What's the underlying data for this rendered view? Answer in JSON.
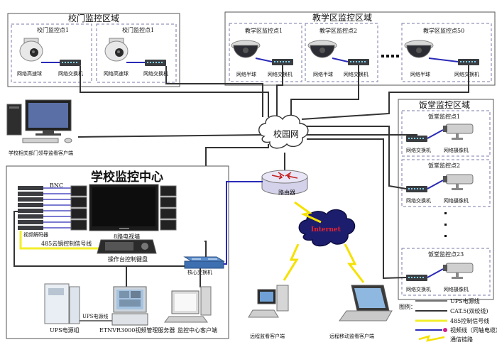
{
  "regions": {
    "gate": {
      "title": "校门监控区域",
      "points": [
        {
          "title": "校门监控点1",
          "camera": "网络高速球",
          "switch": "网络交换机"
        },
        {
          "title": "校门监控点1",
          "camera": "网络高速球",
          "switch": "网络交换机"
        }
      ]
    },
    "teaching": {
      "title": "教学区监控区域",
      "points": [
        {
          "title": "教学区监控点1",
          "camera": "网络半球",
          "switch": "网络交换机"
        },
        {
          "title": "教学区监控点2",
          "camera": "网络半球",
          "switch": "网络交换机"
        },
        {
          "title": "教学区监控点50",
          "camera": "网络半球",
          "switch": "网络交换机"
        }
      ]
    },
    "canteen": {
      "title": "饭堂监控区域",
      "points": [
        {
          "title": "饭堂监控点1",
          "switch": "网络交换机",
          "camera": "网络摄像机"
        },
        {
          "title": "饭堂监控点2",
          "switch": "网络交换机",
          "camera": "网络摄像机"
        },
        {
          "title": "饭堂监控点23",
          "switch": "网络交换机",
          "camera": "网络摄像机"
        }
      ]
    },
    "center": {
      "title": "学校监控中心",
      "bnc": "BNC",
      "decoder": "视频解码器",
      "tv_wall": "8路电视墙",
      "ptz_line": "485云镜控制信号线",
      "keyboard": "操作台控制键盘",
      "core_switch": "核心交换机",
      "ups_line": "UPS电源线",
      "ups": "UPS电源组",
      "server": "ETNVR3000视频管理服务器",
      "client": "监控中心客户端"
    }
  },
  "leader_client": "学校相关部门领导监看客户端",
  "campus_net": "校园网",
  "router": "路由器",
  "internet": "Internet",
  "remote_client": "远程监看客户端",
  "mobile_client": "远程移动监看客户端",
  "legend": {
    "title": "图例：",
    "items": [
      "UPS电源线",
      "CAT.5(双绞线)",
      "485控制信号线",
      "视频线（同轴电缆）",
      "通信链路"
    ]
  },
  "colors": {
    "cat5": "#333333",
    "video": "#2a2ab8",
    "ptz": "#f2ee2a",
    "comm": "#f5e100"
  }
}
